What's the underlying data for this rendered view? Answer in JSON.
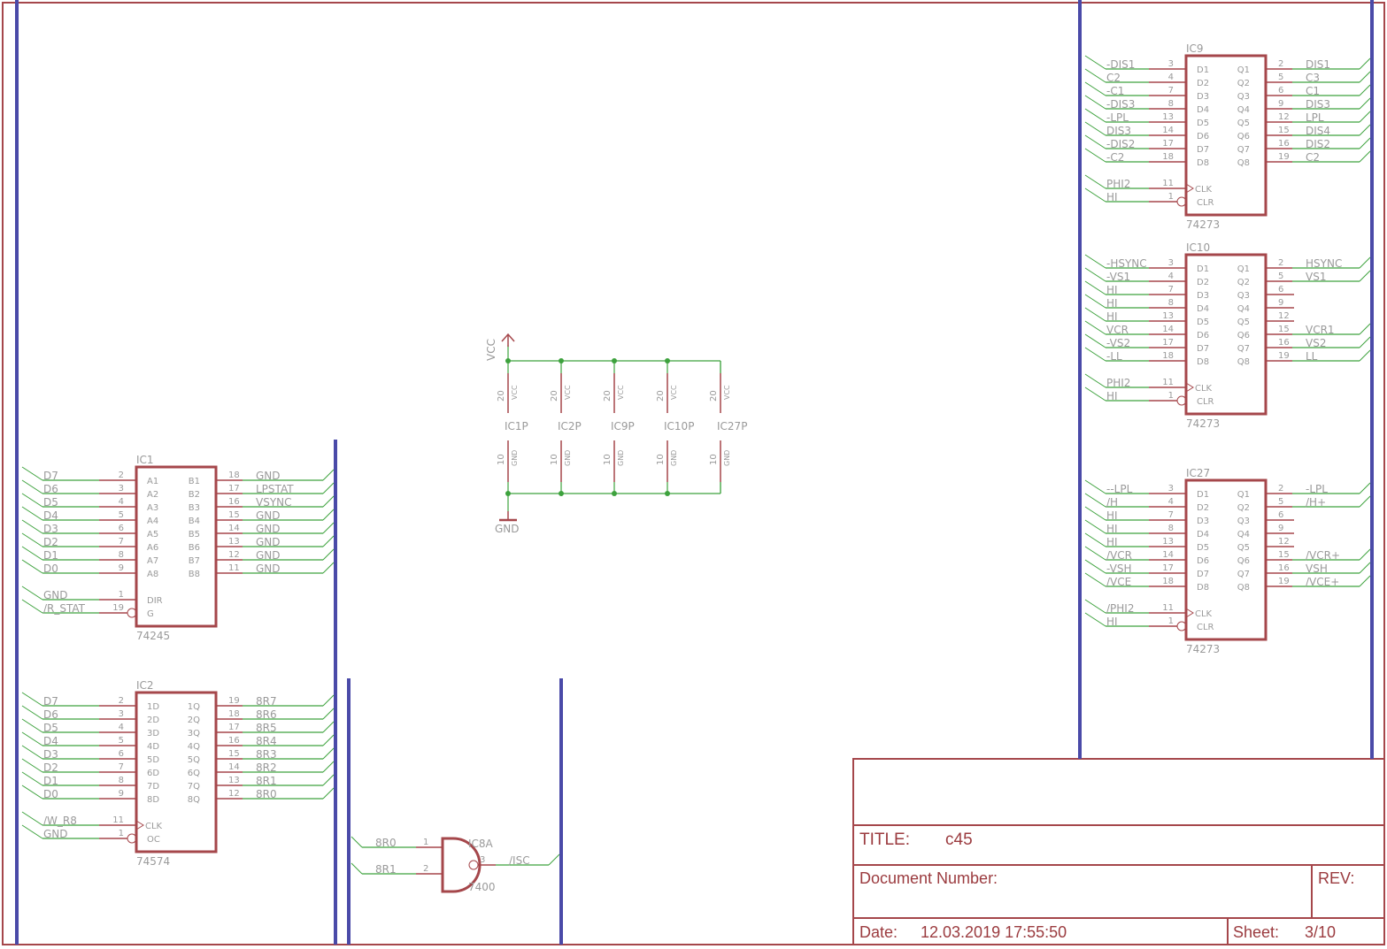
{
  "colors": {
    "frame": "#a5474b",
    "bus": "#4a4aa8",
    "wire": "#3da23d",
    "pin": "#a5474b",
    "text": "#9a9a9a"
  },
  "chips": {
    "IC9": {
      "name": "IC9",
      "part": "74273",
      "left": [
        {
          "pin": "3",
          "net": "-DIS1",
          "label": "D1"
        },
        {
          "pin": "4",
          "net": "C2",
          "label": "D2"
        },
        {
          "pin": "7",
          "net": "-C1",
          "label": "D3"
        },
        {
          "pin": "8",
          "net": "-DIS3",
          "label": "D4"
        },
        {
          "pin": "13",
          "net": "-LPL",
          "label": "D5"
        },
        {
          "pin": "14",
          "net": "DIS3",
          "label": "D6"
        },
        {
          "pin": "17",
          "net": "-DIS2",
          "label": "D7"
        },
        {
          "pin": "18",
          "net": "-C2",
          "label": "D8"
        }
      ],
      "ctrl": [
        {
          "pin": "11",
          "net": "PHI2",
          "label": "CLK",
          "type": "clock"
        },
        {
          "pin": "1",
          "net": "HI",
          "label": "CLR",
          "type": "invert"
        }
      ],
      "right": [
        {
          "pin": "2",
          "net": "DIS1",
          "label": "Q1"
        },
        {
          "pin": "5",
          "net": "C3",
          "label": "Q2"
        },
        {
          "pin": "6",
          "net": "C1",
          "label": "Q3"
        },
        {
          "pin": "9",
          "net": "DIS3",
          "label": "Q4"
        },
        {
          "pin": "12",
          "net": "LPL",
          "label": "Q5"
        },
        {
          "pin": "15",
          "net": "DIS4",
          "label": "Q6"
        },
        {
          "pin": "16",
          "net": "DIS2",
          "label": "Q7"
        },
        {
          "pin": "19",
          "net": "C2",
          "label": "Q8"
        }
      ]
    },
    "IC10": {
      "name": "IC10",
      "part": "74273",
      "left": [
        {
          "pin": "3",
          "net": "-HSYNC",
          "label": "D1"
        },
        {
          "pin": "4",
          "net": "-VS1",
          "label": "D2"
        },
        {
          "pin": "7",
          "net": "HI",
          "label": "D3"
        },
        {
          "pin": "8",
          "net": "HI",
          "label": "D4"
        },
        {
          "pin": "13",
          "net": "HI",
          "label": "D5"
        },
        {
          "pin": "14",
          "net": "VCR",
          "label": "D6"
        },
        {
          "pin": "17",
          "net": "-VS2",
          "label": "D7"
        },
        {
          "pin": "18",
          "net": "-LL",
          "label": "D8"
        }
      ],
      "ctrl": [
        {
          "pin": "11",
          "net": "PHI2",
          "label": "CLK",
          "type": "clock"
        },
        {
          "pin": "1",
          "net": "HI",
          "label": "CLR",
          "type": "invert"
        }
      ],
      "right": [
        {
          "pin": "2",
          "net": "HSYNC",
          "label": "Q1"
        },
        {
          "pin": "5",
          "net": "VS1",
          "label": "Q2"
        },
        {
          "pin": "6",
          "net": "",
          "label": "Q3"
        },
        {
          "pin": "9",
          "net": "",
          "label": "Q4"
        },
        {
          "pin": "12",
          "net": "",
          "label": "Q5"
        },
        {
          "pin": "15",
          "net": "VCR1",
          "label": "Q6"
        },
        {
          "pin": "16",
          "net": "VS2",
          "label": "Q7"
        },
        {
          "pin": "19",
          "net": "LL",
          "label": "Q8"
        }
      ]
    },
    "IC27": {
      "name": "IC27",
      "part": "74273",
      "left": [
        {
          "pin": "3",
          "net": "--LPL",
          "label": "D1"
        },
        {
          "pin": "4",
          "net": "/H",
          "label": "D2"
        },
        {
          "pin": "7",
          "net": "HI",
          "label": "D3"
        },
        {
          "pin": "8",
          "net": "HI",
          "label": "D4"
        },
        {
          "pin": "13",
          "net": "HI",
          "label": "D5"
        },
        {
          "pin": "14",
          "net": "/VCR",
          "label": "D6"
        },
        {
          "pin": "17",
          "net": "-VSH",
          "label": "D7"
        },
        {
          "pin": "18",
          "net": "/VCE",
          "label": "D8"
        }
      ],
      "ctrl": [
        {
          "pin": "11",
          "net": "/PHI2",
          "label": "CLK",
          "type": "clock"
        },
        {
          "pin": "1",
          "net": "HI",
          "label": "CLR",
          "type": "invert"
        }
      ],
      "right": [
        {
          "pin": "2",
          "net": "-LPL",
          "label": "Q1"
        },
        {
          "pin": "5",
          "net": "/H+",
          "label": "Q2"
        },
        {
          "pin": "6",
          "net": "",
          "label": "Q3"
        },
        {
          "pin": "9",
          "net": "",
          "label": "Q4"
        },
        {
          "pin": "12",
          "net": "",
          "label": "Q5"
        },
        {
          "pin": "15",
          "net": "/VCR+",
          "label": "Q6"
        },
        {
          "pin": "16",
          "net": "VSH",
          "label": "Q7"
        },
        {
          "pin": "19",
          "net": "/VCE+",
          "label": "Q8"
        }
      ]
    },
    "IC1": {
      "name": "IC1",
      "part": "74245",
      "left": [
        {
          "pin": "2",
          "net": "D7",
          "label": "A1"
        },
        {
          "pin": "3",
          "net": "D6",
          "label": "A2"
        },
        {
          "pin": "4",
          "net": "D5",
          "label": "A3"
        },
        {
          "pin": "5",
          "net": "D4",
          "label": "A4"
        },
        {
          "pin": "6",
          "net": "D3",
          "label": "A5"
        },
        {
          "pin": "7",
          "net": "D2",
          "label": "A6"
        },
        {
          "pin": "8",
          "net": "D1",
          "label": "A7"
        },
        {
          "pin": "9",
          "net": "D0",
          "label": "A8"
        }
      ],
      "ctrl": [
        {
          "pin": "1",
          "net": "GND",
          "label": "DIR",
          "type": "plain"
        },
        {
          "pin": "19",
          "net": "/R_STAT",
          "label": "G",
          "type": "invert"
        }
      ],
      "right": [
        {
          "pin": "18",
          "net": "GND",
          "label": "B1"
        },
        {
          "pin": "17",
          "net": "LPSTAT",
          "label": "B2"
        },
        {
          "pin": "16",
          "net": "VSYNC",
          "label": "B3"
        },
        {
          "pin": "15",
          "net": "GND",
          "label": "B4"
        },
        {
          "pin": "14",
          "net": "GND",
          "label": "B5"
        },
        {
          "pin": "13",
          "net": "GND",
          "label": "B6"
        },
        {
          "pin": "12",
          "net": "GND",
          "label": "B7"
        },
        {
          "pin": "11",
          "net": "GND",
          "label": "B8"
        }
      ]
    },
    "IC2": {
      "name": "IC2",
      "part": "74574",
      "left": [
        {
          "pin": "2",
          "net": "D7",
          "label": "1D"
        },
        {
          "pin": "3",
          "net": "D6",
          "label": "2D"
        },
        {
          "pin": "4",
          "net": "D5",
          "label": "3D"
        },
        {
          "pin": "5",
          "net": "D4",
          "label": "4D"
        },
        {
          "pin": "6",
          "net": "D3",
          "label": "5D"
        },
        {
          "pin": "7",
          "net": "D2",
          "label": "6D"
        },
        {
          "pin": "8",
          "net": "D1",
          "label": "7D"
        },
        {
          "pin": "9",
          "net": "D0",
          "label": "8D"
        }
      ],
      "ctrl": [
        {
          "pin": "11",
          "net": "/W_R8",
          "label": "CLK",
          "type": "clock"
        },
        {
          "pin": "1",
          "net": "GND",
          "label": "OC",
          "type": "invert"
        }
      ],
      "right": [
        {
          "pin": "19",
          "net": "8R7",
          "label": "1Q"
        },
        {
          "pin": "18",
          "net": "8R6",
          "label": "2Q"
        },
        {
          "pin": "17",
          "net": "8R5",
          "label": "3Q"
        },
        {
          "pin": "16",
          "net": "8R4",
          "label": "4Q"
        },
        {
          "pin": "15",
          "net": "8R3",
          "label": "5Q"
        },
        {
          "pin": "14",
          "net": "8R2",
          "label": "6Q"
        },
        {
          "pin": "13",
          "net": "8R1",
          "label": "7Q"
        },
        {
          "pin": "12",
          "net": "8R0",
          "label": "8Q"
        }
      ]
    }
  },
  "gate": {
    "name": "IC8A",
    "part": "7400",
    "in1": {
      "pin": "1",
      "net": "8R0"
    },
    "in2": {
      "pin": "2",
      "net": "8R1"
    },
    "out": {
      "pin": "3",
      "net": "/ISC"
    }
  },
  "power": {
    "vcc_label": "VCC",
    "gnd_label": "GND",
    "vcc_pin": "20",
    "vcc_name": "VCC",
    "gnd_pin": "10",
    "gnd_name": "GND",
    "parts": [
      "IC1P",
      "IC2P",
      "IC9P",
      "IC10P",
      "IC27P"
    ]
  },
  "title_block": {
    "title_label": "TITLE:",
    "title": "c45",
    "docnum_label": "Document Number:",
    "rev_label": "REV:",
    "date_label": "Date:",
    "date": "12.03.2019 17:55:50",
    "sheet_label": "Sheet:",
    "sheet": "3/10"
  }
}
